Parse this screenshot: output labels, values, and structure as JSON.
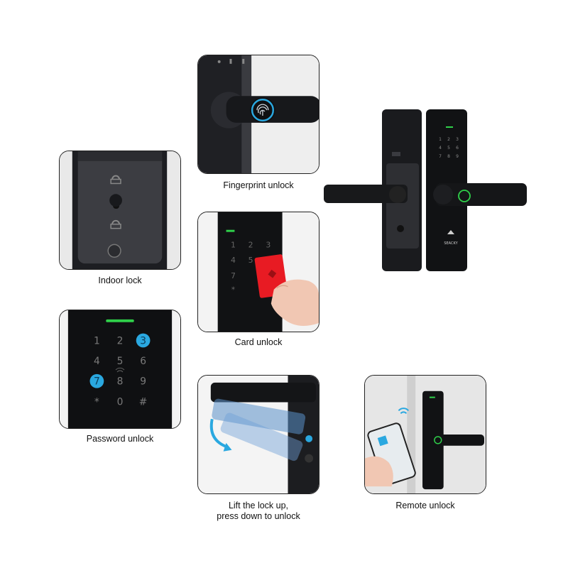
{
  "features": {
    "fingerprint": {
      "caption": "Fingerprint unlock"
    },
    "indoor": {
      "caption": "Indoor lock"
    },
    "card": {
      "caption": "Card unlock"
    },
    "password": {
      "caption": "Password unlock"
    },
    "lift": {
      "caption_line1": "Lift the lock up,",
      "caption_line2": "press down to unlock"
    },
    "remote": {
      "caption": "Remote unlock"
    }
  },
  "keypad": {
    "keys": [
      "1",
      "2",
      "3",
      "4",
      "5",
      "6",
      "7",
      "8",
      "9",
      "*",
      "0",
      "#"
    ]
  },
  "product": {
    "brand": "SEACKY"
  },
  "colors": {
    "lock_body": "#1c1d20",
    "indicator_green": "#2fd04a",
    "highlight_blue": "#2aa8e0",
    "card_red": "#e81b23"
  }
}
